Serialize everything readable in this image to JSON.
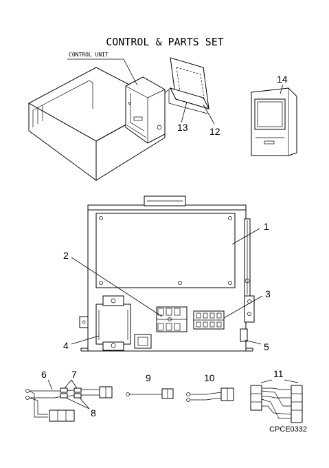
{
  "title": "CONTROL & PARTS SET",
  "control_unit_label": "CONTROL UNIT",
  "part_numbers": {
    "p1": "1",
    "p2": "2",
    "p3": "3",
    "p4": "4",
    "p5": "5",
    "p6": "6",
    "p7": "7",
    "p8": "8",
    "p9": "9",
    "p10": "10",
    "p11": "11",
    "p12": "12",
    "p13": "13",
    "p14": "14"
  },
  "drawing_code": "CPCE0332"
}
